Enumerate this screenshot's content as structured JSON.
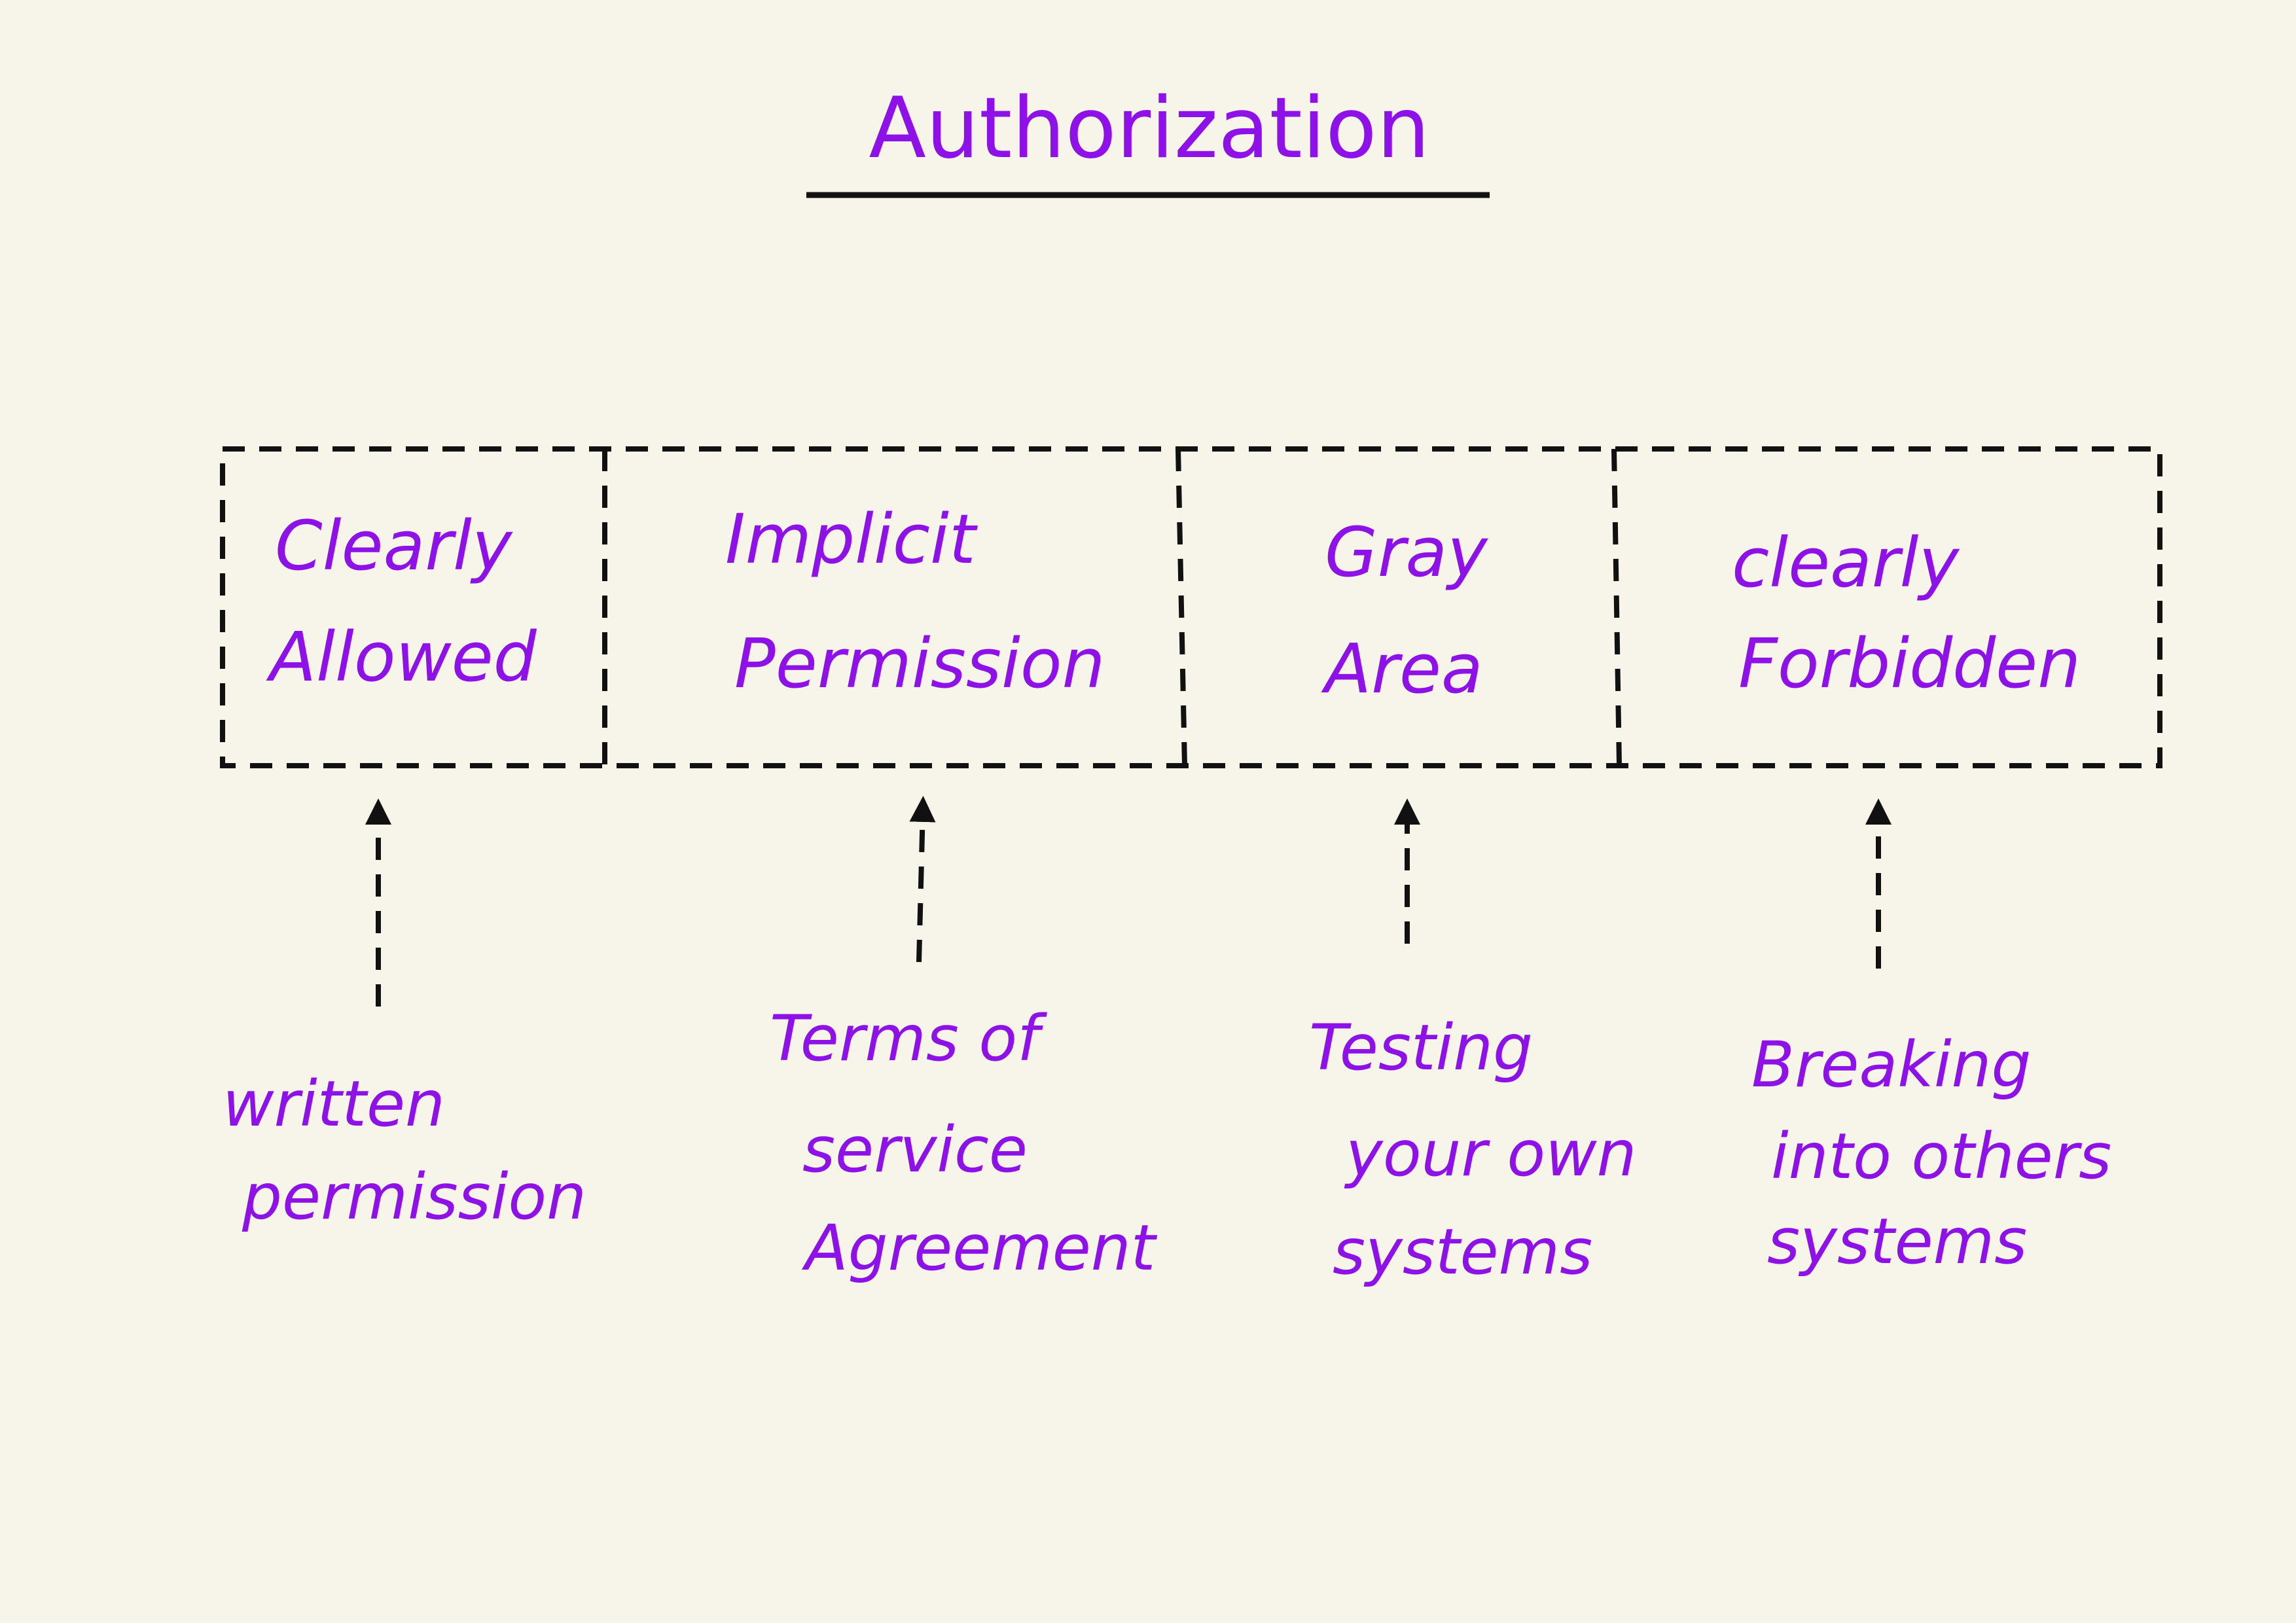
{
  "title": "Authorization",
  "colors": {
    "background": "#f7f5e9",
    "accent": "#8e12e8",
    "ink": "#111111"
  },
  "categories": [
    {
      "line1": "Clearly",
      "line2": "Allowed"
    },
    {
      "line1": "Implicit",
      "line2": "Permission"
    },
    {
      "line1": "Gray",
      "line2": "Area"
    },
    {
      "line1": "clearly",
      "line2": "Forbidden"
    }
  ],
  "examples": [
    {
      "lines": [
        "written",
        "permission"
      ]
    },
    {
      "lines": [
        "Terms of",
        "service",
        "Agreement"
      ]
    },
    {
      "lines": [
        "Testing",
        "your own",
        "systems"
      ]
    },
    {
      "lines": [
        "Breaking",
        "into others",
        "systems"
      ]
    }
  ]
}
